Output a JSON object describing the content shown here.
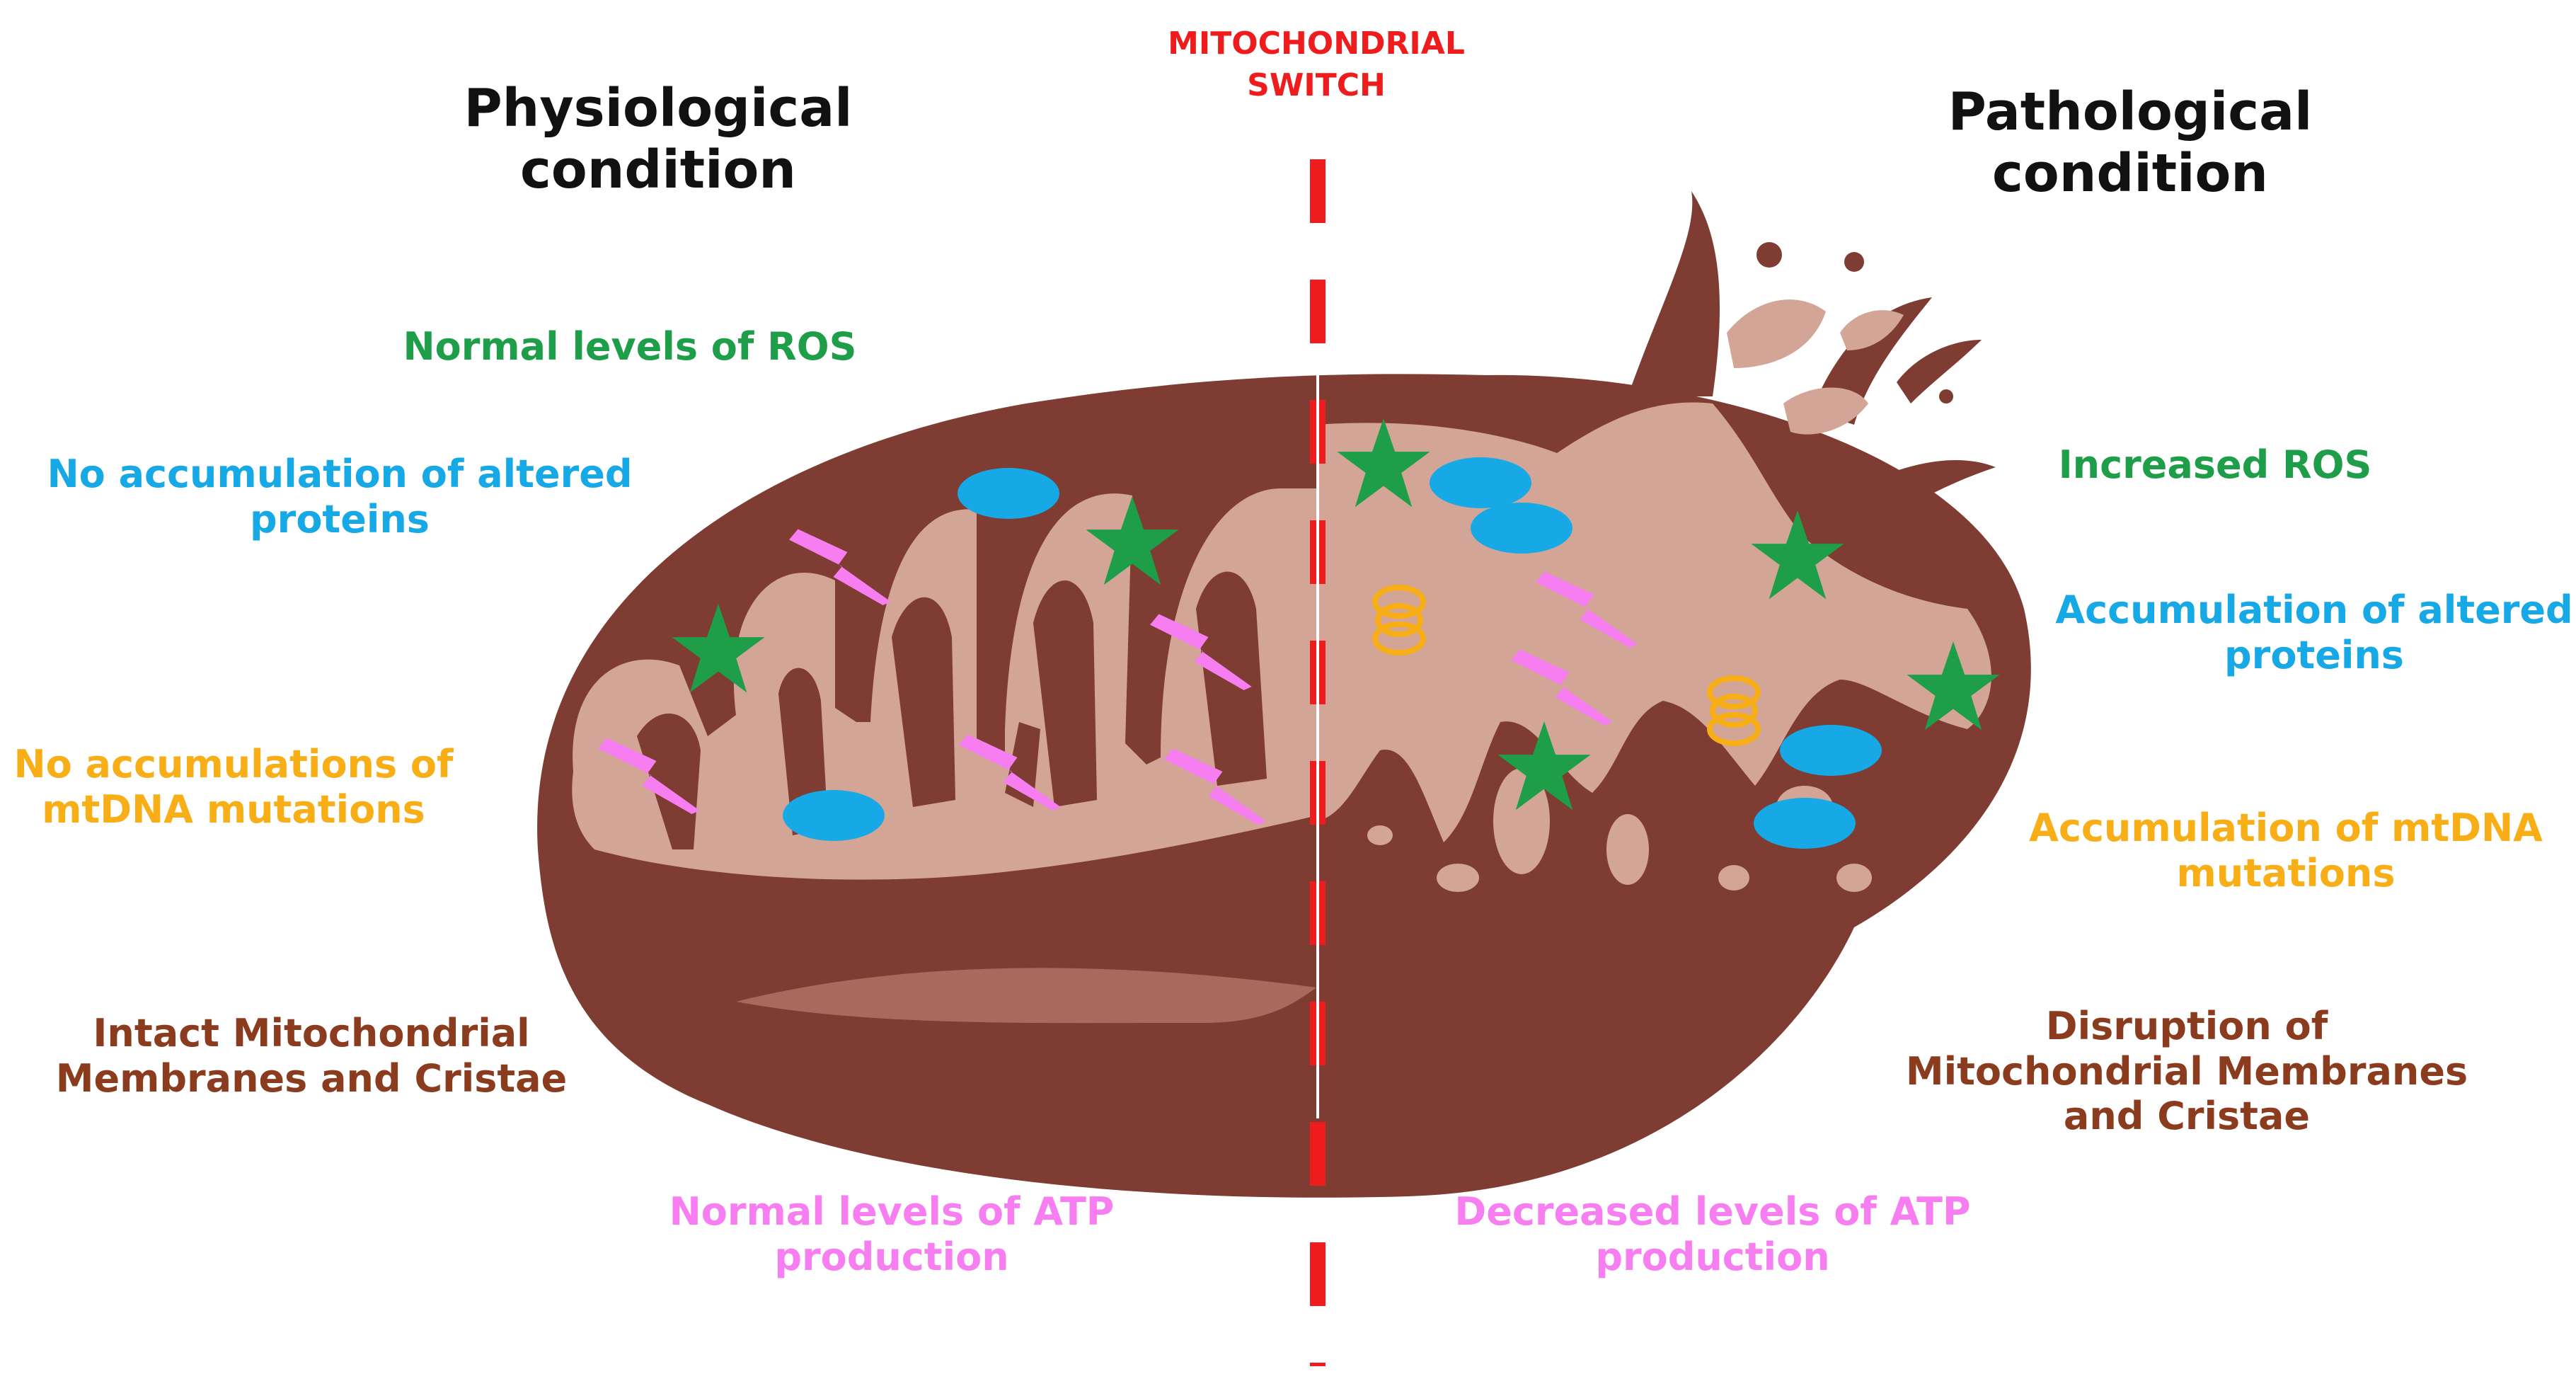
{
  "colors": {
    "outer_membrane": "#7e3c32",
    "matrix": "#d3a596",
    "highlight": "#b57466",
    "switch_line": "#ee1c1c",
    "ros_star": "#1e9e48",
    "protein": "#17a9e6",
    "mtdna": "#f7ae17",
    "atp_bolt": "#f77ef0",
    "membrane_text": "#8b3c1f"
  },
  "icons": {
    "ros": "star-icon",
    "protein": "ellipse-icon",
    "mtdna": "ring-icon",
    "atp": "lightning-bolt-icon"
  },
  "switch": {
    "label": "MITOCHONDRIAL\nSWITCH"
  },
  "physiological": {
    "title": "Physiological\ncondition",
    "ros": "Normal levels of ROS",
    "proteins": "No accumulation of altered\nproteins",
    "mtdna": "No accumulations of\nmtDNA mutations",
    "membranes": "Intact Mitochondrial\nMembranes and Cristae",
    "atp": "Normal levels of ATP\nproduction"
  },
  "pathological": {
    "title": "Pathological\ncondition",
    "ros": "Increased ROS",
    "proteins": "Accumulation of altered\nproteins",
    "mtdna": "Accumulation of mtDNA\nmutations",
    "membranes": "Disruption of\nMitochondrial Membranes\nand Cristae",
    "atp": "Decreased levels of ATP\nproduction"
  }
}
